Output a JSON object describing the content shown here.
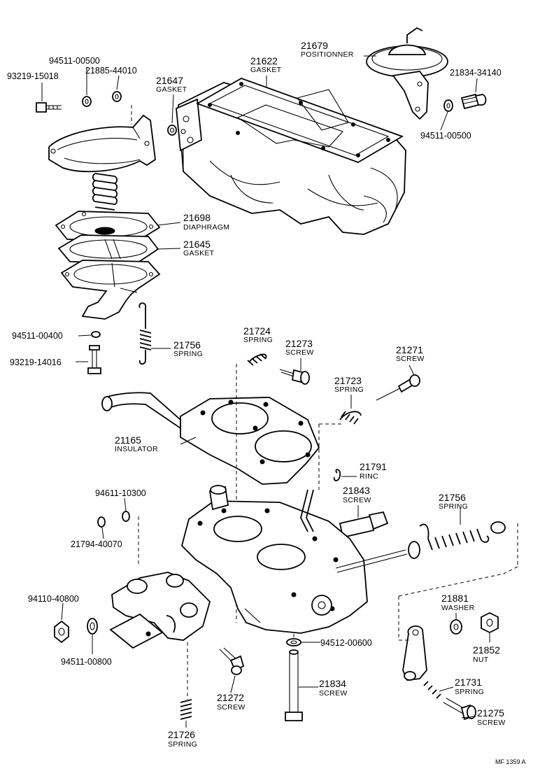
{
  "parts": {
    "p21679": {
      "number": "21679",
      "name": "POSITIONNER"
    },
    "p21622": {
      "number": "21622",
      "name": "GASKET"
    },
    "p94511_00500_a": {
      "number": "94511-00500"
    },
    "p21885_44010": {
      "number": "21885-44010"
    },
    "p93219_15018": {
      "number": "93219-15018"
    },
    "p21647": {
      "number": "21647",
      "name": "GASKET"
    },
    "p21834_34140": {
      "number": "21834-34140"
    },
    "p94511_00500_b": {
      "number": "94511-00500"
    },
    "p21698": {
      "number": "21698",
      "name": "DIAPHRAGM"
    },
    "p21645": {
      "number": "21645",
      "name": "GASKET"
    },
    "p94511_00400": {
      "number": "94511-00400"
    },
    "p93219_14016": {
      "number": "93219-14016"
    },
    "p21756_a": {
      "number": "21756",
      "name": "SPRING"
    },
    "p21724": {
      "number": "21724",
      "name": "SPRING"
    },
    "p21273": {
      "number": "21273",
      "name": "SCREW"
    },
    "p21271": {
      "number": "21271",
      "name": "SCREW"
    },
    "p21723": {
      "number": "21723",
      "name": "SPRING"
    },
    "p21165": {
      "number": "21165",
      "name": "INSULATOR"
    },
    "p21791": {
      "number": "21791",
      "name": "RINC"
    },
    "p21843": {
      "number": "21843",
      "name": "SCREW"
    },
    "p94611_10300": {
      "number": "94611-10300"
    },
    "p21794_40070": {
      "number": "21794-40070"
    },
    "p21756_b": {
      "number": "21756",
      "name": "SPRING"
    },
    "p94110_40800": {
      "number": "94110-40800"
    },
    "p94511_00800": {
      "number": "94511-00800"
    },
    "p21881": {
      "number": "21881",
      "name": "WASHER"
    },
    "p21852": {
      "number": "21852",
      "name": "NUT"
    },
    "p94512_00600": {
      "number": "94512-00600"
    },
    "p21834": {
      "number": "21834",
      "name": "SCREW"
    },
    "p21272": {
      "number": "21272",
      "name": "SCREW"
    },
    "p21731": {
      "number": "21731",
      "name": "SPRING"
    },
    "p21275": {
      "number": "21275",
      "name": "SCREW"
    },
    "p21726": {
      "number": "21726",
      "name": "SPRING"
    }
  },
  "footer_code": "MF  1359 A"
}
